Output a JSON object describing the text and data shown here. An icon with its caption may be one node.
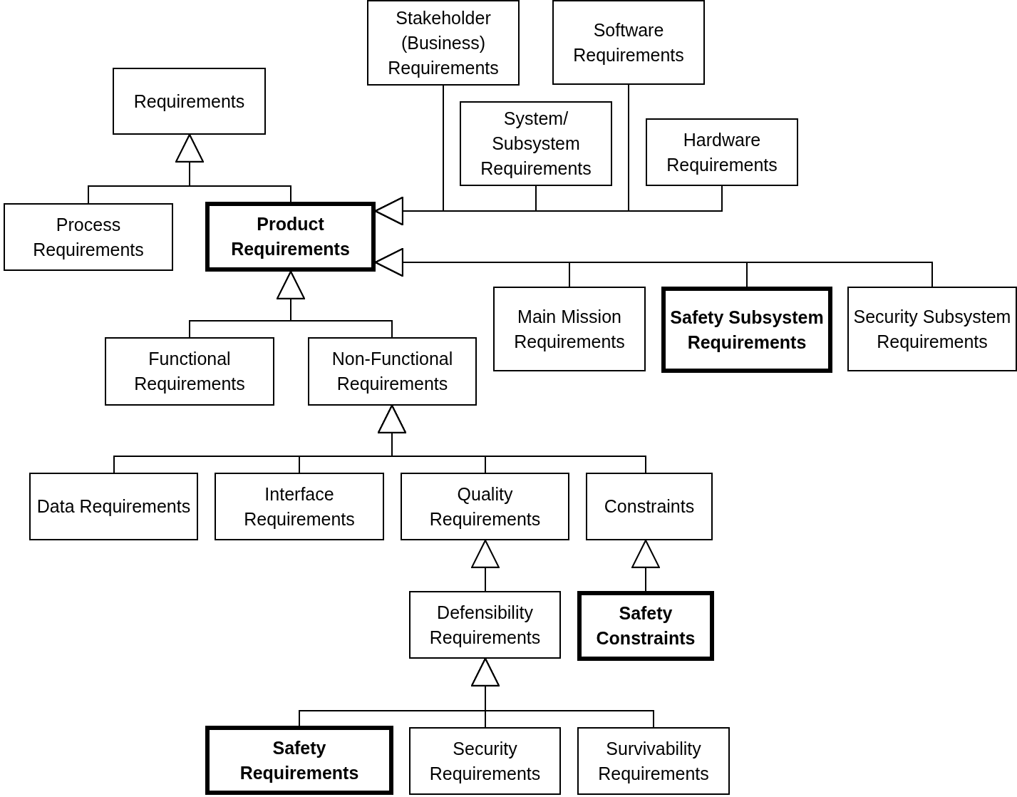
{
  "diagram": {
    "nodes": [
      {
        "text": [
          "Requirements"
        ]
      },
      {
        "text": [
          "Process Requirements"
        ]
      },
      {
        "text": [
          "Product Requirements"
        ]
      },
      {
        "text": [
          "Stakeholder (Business) Requirements"
        ]
      },
      {
        "text": [
          "Software Requirements"
        ]
      },
      {
        "text": [
          "System/ Subsystem Requirements"
        ]
      },
      {
        "text": [
          "Hardware Requirements"
        ]
      },
      {
        "text": [
          "Main Mission Requirements"
        ]
      },
      {
        "text": [
          "Safety Subsystem Requirements"
        ]
      },
      {
        "text": [
          "Security Subsystem Requirements"
        ]
      },
      {
        "text": [
          "Functional Requirements"
        ]
      },
      {
        "text": [
          "Non-Functional Requirements"
        ]
      },
      {
        "text": [
          "Data Requirements"
        ]
      },
      {
        "text": [
          "Interface Requirements"
        ]
      },
      {
        "text": [
          "Quality Requirements"
        ]
      },
      {
        "text": [
          "Constraints"
        ]
      },
      {
        "text": [
          "Defensibility Requirements"
        ]
      },
      {
        "text": [
          "Safety Constraints"
        ]
      },
      {
        "text": [
          "Safety Requirements"
        ]
      },
      {
        "text": [
          "Security Requirements"
        ]
      },
      {
        "text": [
          "Survivability Requirements"
        ]
      }
    ],
    "edges": [
      {
        "from": 1,
        "to": 0,
        "arrow": "to"
      },
      {
        "from": 2,
        "to": 0,
        "arrow": "to"
      },
      {
        "from": 3,
        "to": 2,
        "arrow": "to"
      },
      {
        "from": 5,
        "to": 2,
        "arrow": "to"
      },
      {
        "from": 4,
        "to": 2,
        "arrow": "to"
      },
      {
        "from": 6,
        "to": 2,
        "arrow": "to"
      },
      {
        "from": 7,
        "to": 2,
        "arrow": "to"
      },
      {
        "from": 8,
        "to": 2,
        "arrow": "to"
      },
      {
        "from": 9,
        "to": 2,
        "arrow": "to"
      },
      {
        "from": 10,
        "to": 2,
        "arrow": "to"
      },
      {
        "from": 11,
        "to": 2,
        "arrow": "to"
      },
      {
        "from": 12,
        "to": 11,
        "arrow": "to"
      },
      {
        "from": 13,
        "to": 11,
        "arrow": "to"
      },
      {
        "from": 14,
        "to": 11,
        "arrow": "to"
      },
      {
        "from": 15,
        "to": 11,
        "arrow": "to"
      },
      {
        "from": 16,
        "to": 14,
        "arrow": "to"
      },
      {
        "from": 17,
        "to": 15,
        "arrow": "to"
      },
      {
        "from": 18,
        "to": 16,
        "arrow": "to"
      },
      {
        "from": 19,
        "to": 16,
        "arrow": "to"
      },
      {
        "from": 20,
        "to": 16,
        "arrow": "to"
      }
    ]
  }
}
